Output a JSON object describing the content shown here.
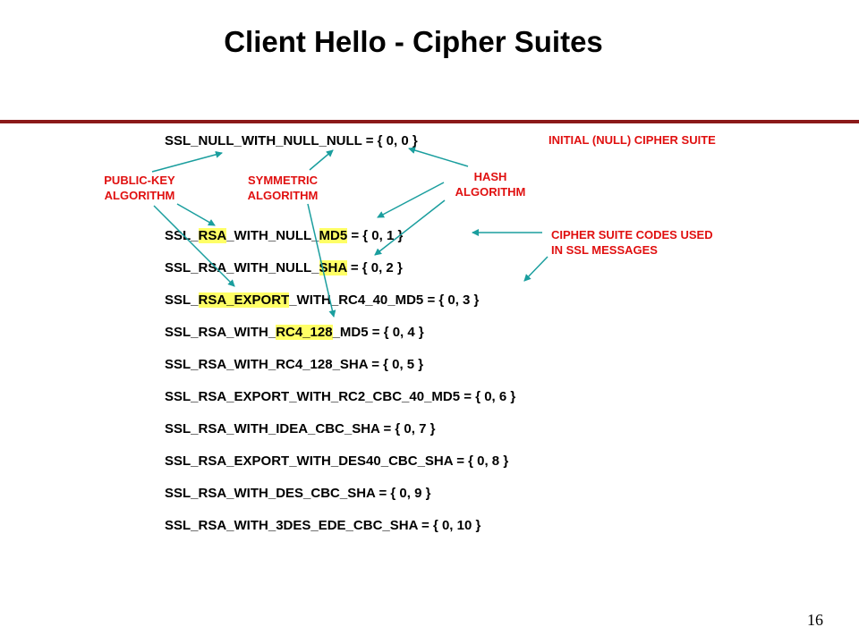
{
  "title": "Client Hello - Cipher Suites",
  "colors": {
    "label_red": "#e01010",
    "arrow_teal": "#1a9e9e",
    "highlight_yellow": "#ffff66",
    "rule_darkred": "#8b1a1a"
  },
  "null_suite": {
    "pre": "SSL_NULL_WITH_NULL_NULL",
    "post": " = { 0, 0 }"
  },
  "suites": [
    {
      "a": "SSL_",
      "b": "RSA",
      "c": "_WITH_NULL_",
      "d": "MD5",
      "e": " = { 0, 1 }"
    },
    {
      "a": "SSL_RSA_WITH_NULL_",
      "b": "SHA",
      "c": " = { 0, 2 }"
    },
    {
      "a": "SSL_",
      "b": "RSA_EXPORT",
      "c": "_WITH_RC4_40_MD5 = { 0, 3 }"
    },
    {
      "a": "SSL_RSA_WITH_",
      "b": "RC4_128",
      "c": "_MD5 = { 0, 4 }"
    },
    {
      "text": "SSL_RSA_WITH_RC4_128_SHA = { 0, 5 }"
    },
    {
      "text": "SSL_RSA_EXPORT_WITH_RC2_CBC_40_MD5 = { 0, 6 }"
    },
    {
      "text": "SSL_RSA_WITH_IDEA_CBC_SHA = { 0, 7 }"
    },
    {
      "text": "SSL_RSA_EXPORT_WITH_DES40_CBC_SHA = { 0, 8 }"
    },
    {
      "text": "SSL_RSA_WITH_DES_CBC_SHA = { 0, 9 }"
    },
    {
      "text": "SSL_RSA_WITH_3DES_EDE_CBC_SHA = { 0, 10 }"
    }
  ],
  "labels": {
    "initial_null": "INITIAL (NULL) CIPHER SUITE",
    "public_key_1": "PUBLIC-KEY",
    "public_key_2": "ALGORITHM",
    "symmetric_1": "SYMMETRIC",
    "symmetric_2": "ALGORITHM",
    "hash_1": "HASH",
    "hash_2": "ALGORITHM",
    "codes_1": "CIPHER SUITE CODES USED",
    "codes_2": "IN SSL MESSAGES"
  },
  "page_number": "16"
}
